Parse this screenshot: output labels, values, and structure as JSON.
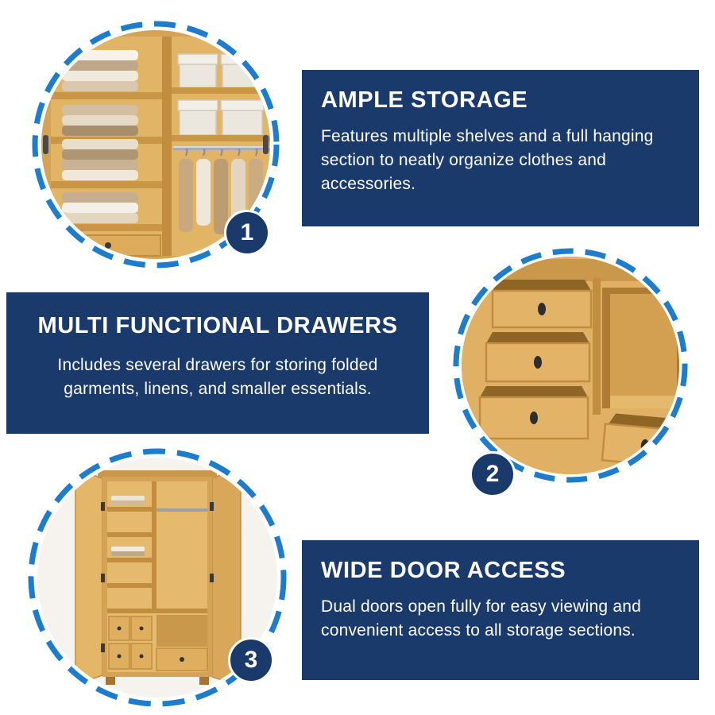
{
  "colors": {
    "panel_navy": "#1A3A6B",
    "dashed_ring_blue": "#1D7DCC",
    "wood": "#D9A85C",
    "text_white": "#FFFFFF",
    "background": "#FFFFFF"
  },
  "features": [
    {
      "number": "1",
      "title": "AMPLE STORAGE",
      "description": "Features multiple shelves and a full hanging section to neatly organize clothes and accessories.",
      "image": "wardrobe-interior-shelves-and-hanging-section"
    },
    {
      "number": "2",
      "title": "MULTI FUNCTIONAL DRAWERS",
      "description": "Includes several drawers for storing folded garments, linens, and smaller essentials.",
      "image": "wardrobe-open-drawers-closeup"
    },
    {
      "number": "3",
      "title": "WIDE DOOR ACCESS",
      "description": "Dual doors open fully for easy viewing and convenient access to all storage sections.",
      "image": "full-wardrobe-with-open-doors"
    }
  ]
}
